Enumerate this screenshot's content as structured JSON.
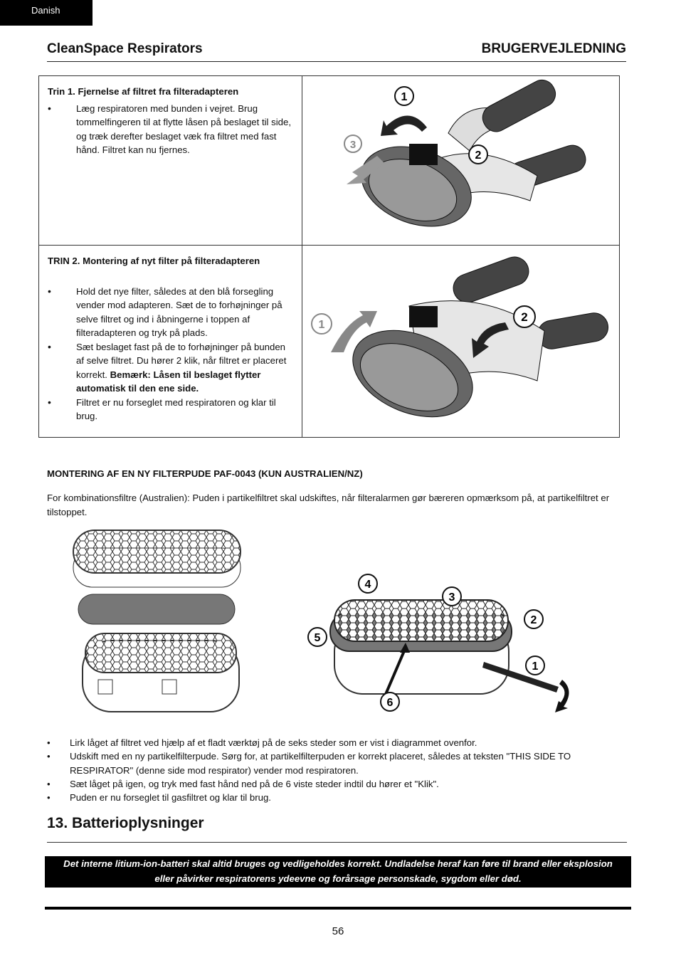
{
  "language_tab": "Danish",
  "header": {
    "left": "CleanSpace Respirators",
    "right": "BRUGERVEJLEDNING"
  },
  "step1": {
    "title": "Trin 1. Fjernelse af filtret fra filteradapteren",
    "bullets": [
      "Læg respiratoren med bunden i vejret. Brug tommelfingeren til at flytte låsen på beslaget til side, og træk derefter beslaget væk fra filtret med fast hånd. Filtret kan nu fjernes."
    ],
    "callouts": [
      "1",
      "2",
      "3"
    ]
  },
  "step2": {
    "title": "TRIN 2. Montering af nyt filter på filteradapteren",
    "bullet1": "Hold det nye filter, således at den blå forsegling vender mod adapteren. Sæt de to forhøjninger på selve filtret og ind i åbningerne i toppen af filteradapteren og tryk på plads.",
    "bullet2_text": "Sæt beslaget fast på de to forhøjninger på bunden af selve filtret. Du hører 2 klik, når filtret er placeret korrekt. ",
    "bullet2_bold": "Bemærk: Låsen til beslaget flytter automatisk til den ene side.",
    "bullet3": "Filtret er nu forseglet med respiratoren og klar til brug.",
    "callouts": [
      "1",
      "2"
    ]
  },
  "filterpad": {
    "title": "MONTERING AF EN NY FILTERPUDE PAF-0043 (KUN AUSTRALIEN/NZ)",
    "intro": "For kombinationsfiltre (Australien): Puden i partikelfiltret skal udskiftes, når filteralarmen gør bæreren opmærksom på, at partikelfiltret er tilstoppet.",
    "callouts": [
      "1",
      "2",
      "3",
      "4",
      "5",
      "6"
    ],
    "bullets": [
      "Lirk låget af filtret ved hjælp af et fladt værktøj på de seks steder som er vist i diagrammet ovenfor.",
      "Udskift med en ny partikelfilterpude. Sørg for, at partikelfilterpuden er korrekt placeret, således at teksten \"THIS SIDE TO RESPIRATOR\" (denne side mod respirator) vender mod respiratoren.",
      "Sæt låget på igen, og tryk med fast hånd ned på de 6 viste steder indtil du hører et \"Klik\".",
      "Puden er nu forseglet til gasfiltret og klar til brug."
    ]
  },
  "section13": {
    "title": "13.  Batterioplysninger",
    "warning_line1": "Det interne litium-ion-batteri skal altid bruges og vedligeholdes korrekt. Undladelse heraf kan føre til brand eller eksplosion",
    "warning_line2": "eller  påvirker respiratorens ydeevne og forårsage personskade, sygdom eller død."
  },
  "page_number": "56"
}
